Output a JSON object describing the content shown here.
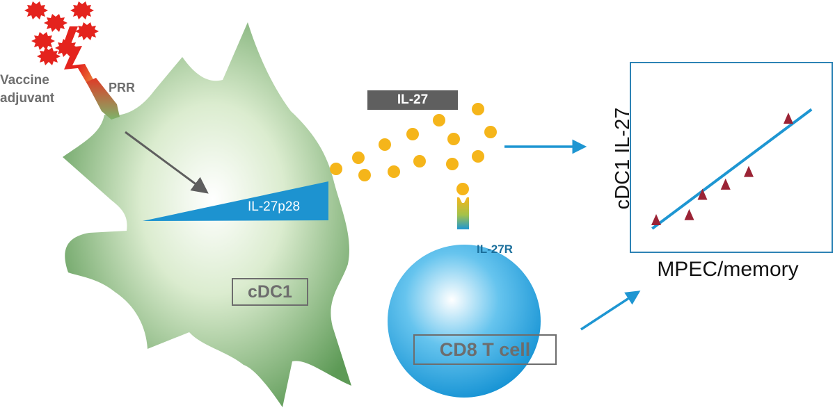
{
  "labels": {
    "vaccine_adjuvant": "Vaccine adjuvant",
    "prr": "PRR",
    "il27": "IL-27",
    "il27p28": "IL-27p28",
    "cdc1": "cDC1",
    "il27r": "IL-27R",
    "cd8_t_cell": "CD8 T cell"
  },
  "plot": {
    "ylabel": "cDC1 IL-27",
    "xlabel": "MPEC/memory"
  },
  "colors": {
    "cell_green": "#6aa562",
    "cytokine_yellow": "#f5b51a",
    "arrow_blue": "#1e96d2",
    "adjuvant_red": "#e4231d",
    "label_gray": "#6d6d6d",
    "marker_red": "#9b2335"
  },
  "chart_data": {
    "type": "scatter",
    "xlabel": "MPEC/memory",
    "ylabel": "cDC1 IL-27",
    "grid": false,
    "trendline": true,
    "x": [
      1.0,
      2.0,
      2.4,
      3.1,
      3.8,
      5.0
    ],
    "y": [
      1.0,
      1.2,
      2.0,
      2.4,
      2.9,
      5.0
    ]
  }
}
